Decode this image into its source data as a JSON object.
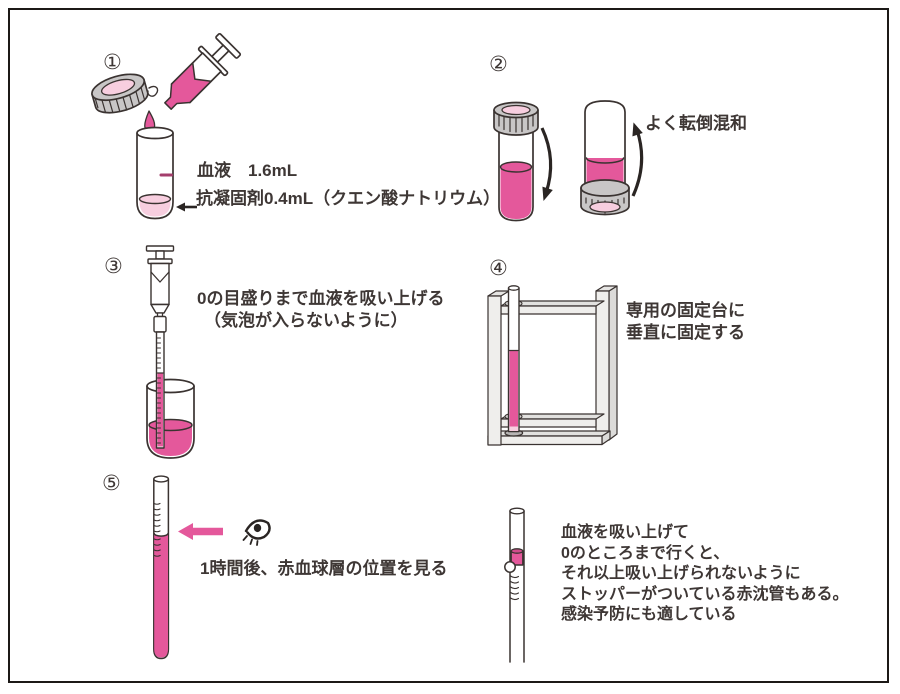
{
  "figure": {
    "kind": "blood-sedimentation-procedure-diagram",
    "background": "#ffffff",
    "border_color": "#1c1917"
  },
  "colors": {
    "blood_pink": "#E4589B",
    "pale_pink": "#F7CEDF",
    "cap_gray": "#C8C6C6",
    "stand_gray": "#EFEEEC",
    "stand_shade": "#DCDBD9",
    "outline": "#3A3331",
    "text": "#3E3735",
    "arrow_black": "#2A2523",
    "arrow_pink": "#E4589B"
  },
  "steps": [
    {
      "number": "①",
      "blood_label": "血液　1.6mL",
      "anticoagulant_label": "抗凝固剤0.4mL（クエン酸ナトリウム）"
    },
    {
      "number": "②",
      "label": "よく転倒混和"
    },
    {
      "number": "③",
      "line1": "0の目盛りまで血液を吸い上げる",
      "line2": "（気泡が入らないように）"
    },
    {
      "number": "④",
      "line1": "専用の固定台に",
      "line2": "垂直に固定する"
    },
    {
      "number": "⑤",
      "label": "1時間後、赤血球層の位置を見る"
    }
  ],
  "note": {
    "lines": [
      "血液を吸い上げて",
      "0のところまで行くと、",
      "それ以上吸い上げられないように",
      "ストッパーがついている赤沈管もある。",
      "感染予防にも適している"
    ]
  },
  "icons": {
    "eye": "eye-icon",
    "blood_drop": "drop-icon",
    "cap_swirl": "swirl-icon",
    "black_pointer": "arrow-left-icon",
    "pink_pointer": "arrow-left-icon",
    "invert_down": "curved-arrow-down-icon",
    "invert_up": "curved-arrow-up-icon"
  }
}
